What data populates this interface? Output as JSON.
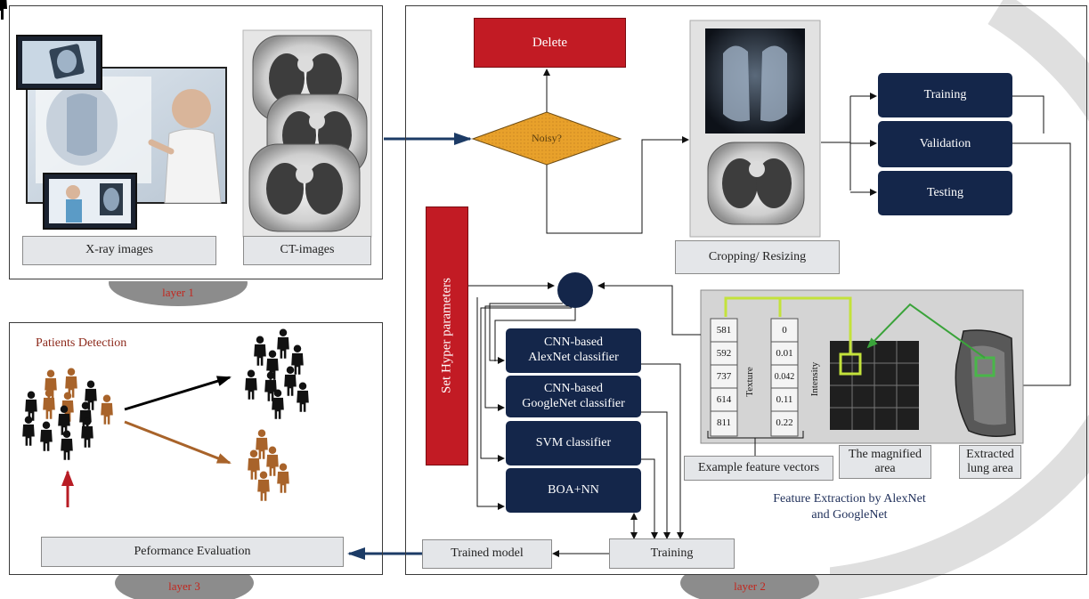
{
  "layer1": {
    "tag": "layer 1",
    "xray_label": "X-ray images",
    "ct_label": "CT-images"
  },
  "layer2": {
    "tag": "layer 2",
    "delete": "Delete",
    "noisy": "Noisy?",
    "crop": "Cropping/ Resizing",
    "splits": [
      "Training",
      "Validation",
      "Testing"
    ],
    "hyper": "Set Hyper parameters",
    "classifiers": [
      "CNN-based\nAlexNet classifier",
      "CNN-based\nGoogleNet classifier",
      "SVM classifier",
      "BOA+NN"
    ],
    "training": "Training",
    "trained_model": "Trained model",
    "feature_caption": "Feature Extraction by AlexNet\nand GoogleNet",
    "feature_vectors_label": "Example feature vectors",
    "magnified_label": "The magnified\narea",
    "lung_label": "Extracted\nlung area",
    "texture_axis": "Texture",
    "intensity_axis": "Intensity",
    "texture_values": [
      "581",
      "592",
      "737",
      "614",
      "811"
    ],
    "intensity_values": [
      "0",
      "0.01",
      "0.042",
      "0.11",
      "0.22"
    ]
  },
  "layer3": {
    "tag": "layer 3",
    "title": "Patients Detection",
    "evaluation": "Peformance Evaluation"
  },
  "colors": {
    "navy": "#14264a",
    "red": "#c21b24",
    "diamond": "#e8a12b",
    "brown_people": "#a8632a",
    "black_people": "#111111"
  }
}
